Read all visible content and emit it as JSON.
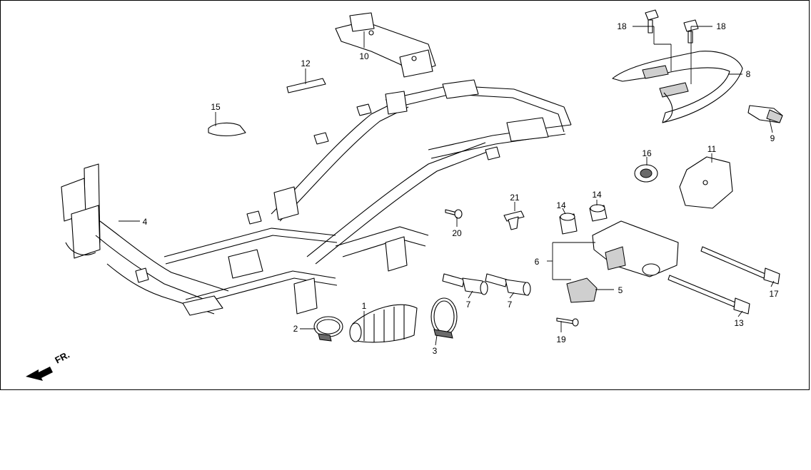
{
  "callouts": [
    {
      "id": "c1",
      "text": "1"
    },
    {
      "id": "c2",
      "text": "2"
    },
    {
      "id": "c3",
      "text": "3"
    },
    {
      "id": "c4",
      "text": "4"
    },
    {
      "id": "c5",
      "text": "5"
    },
    {
      "id": "c6",
      "text": "6"
    },
    {
      "id": "c7a",
      "text": "7"
    },
    {
      "id": "c7b",
      "text": "7"
    },
    {
      "id": "c8",
      "text": "8"
    },
    {
      "id": "c9",
      "text": "9"
    },
    {
      "id": "c10",
      "text": "10"
    },
    {
      "id": "c11",
      "text": "11"
    },
    {
      "id": "c12",
      "text": "12"
    },
    {
      "id": "c13",
      "text": "13"
    },
    {
      "id": "c14a",
      "text": "14"
    },
    {
      "id": "c14b",
      "text": "14"
    },
    {
      "id": "c15",
      "text": "15"
    },
    {
      "id": "c16",
      "text": "16"
    },
    {
      "id": "c17",
      "text": "17"
    },
    {
      "id": "c18a",
      "text": "18"
    },
    {
      "id": "c18b",
      "text": "18"
    },
    {
      "id": "c19",
      "text": "19"
    },
    {
      "id": "c20",
      "text": "20"
    },
    {
      "id": "c21",
      "text": "21"
    }
  ],
  "front_indicator": {
    "text": "FR."
  }
}
